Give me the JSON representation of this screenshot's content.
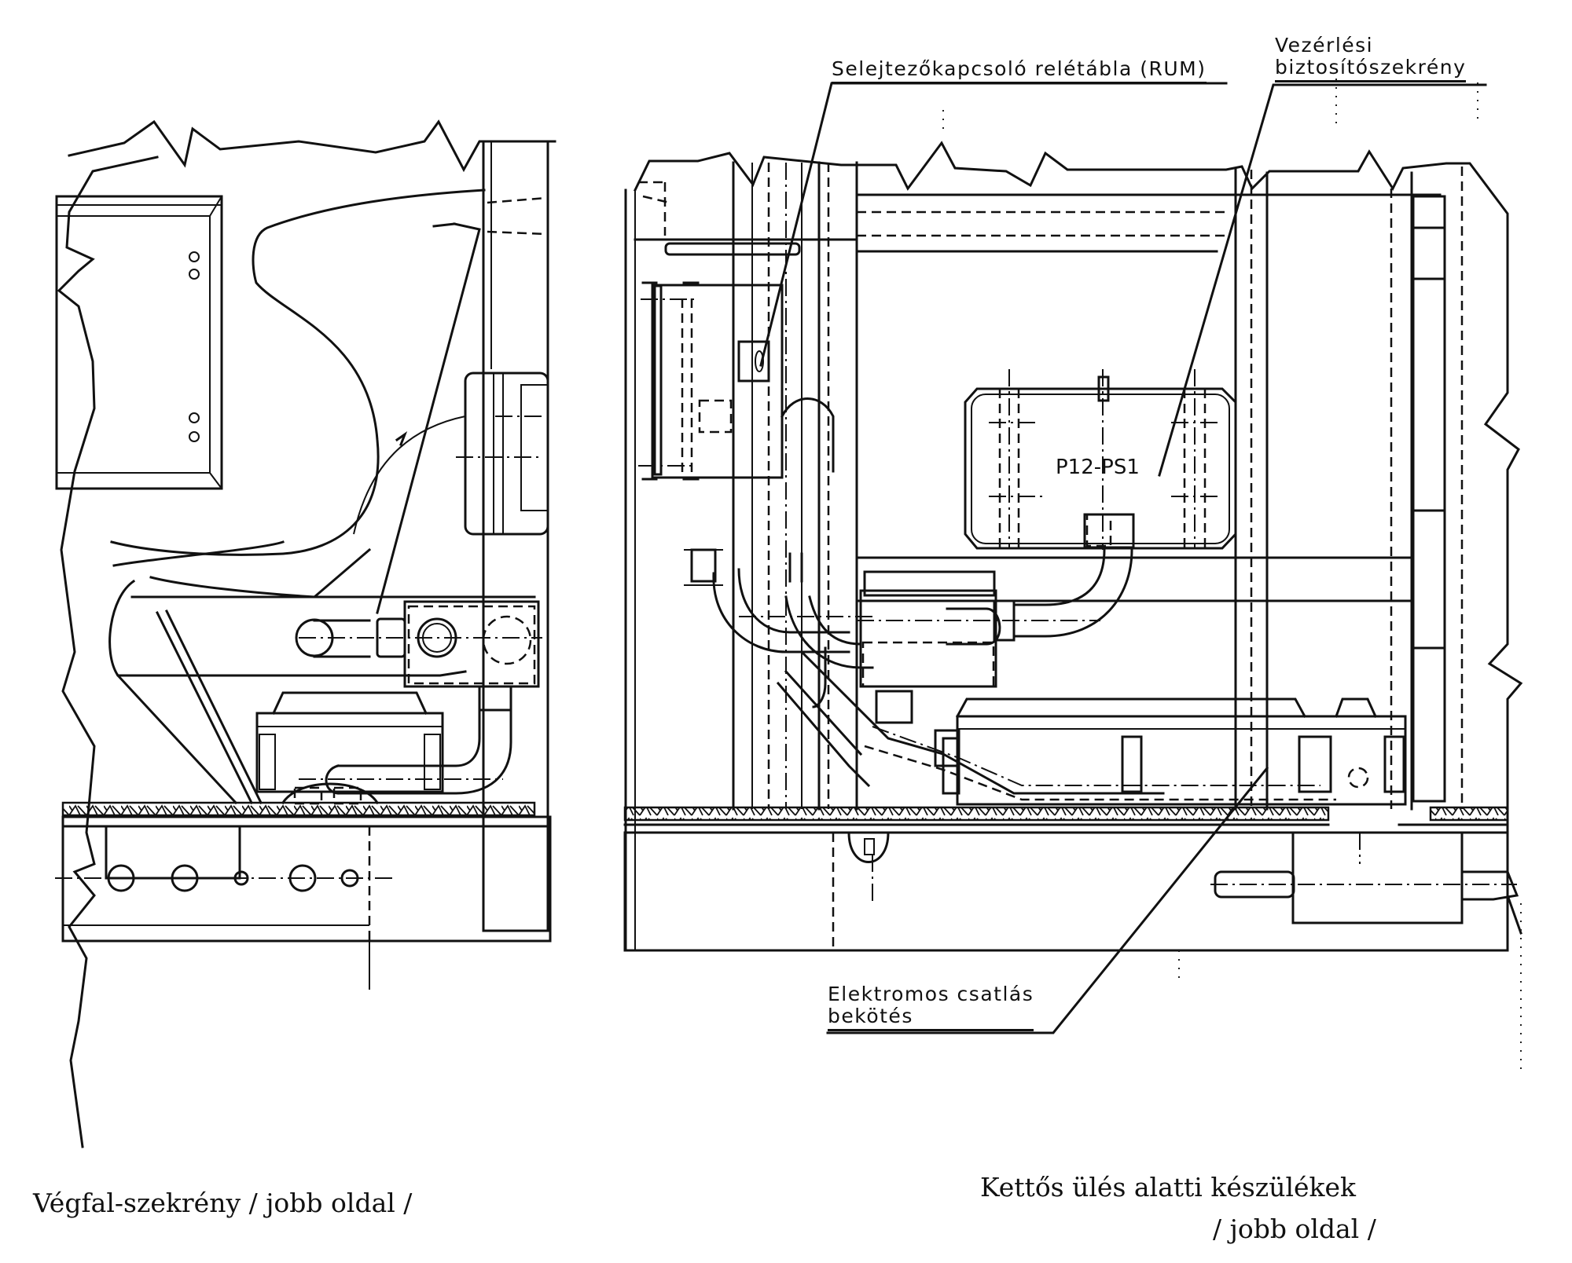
{
  "callouts": {
    "relay_panel": "Selejtezőkapcsoló relétábla (RUM)",
    "control_fuse_box_line1": "Vezérlési",
    "control_fuse_box_line2": "biztosítószekrény",
    "electrical_coupling_line1": "Elektromos csatlás",
    "electrical_coupling_line2": "bekötés"
  },
  "component_labels": {
    "fuse_box_id": "P12-PS1"
  },
  "captions": {
    "left_view": "Végfal-szekrény / jobb oldal /",
    "right_view_line1": "Kettős ülés alatti készülékek",
    "right_view_line2": "/ jobb oldal /"
  },
  "colors": {
    "ink": "#111111",
    "paper": "#ffffff"
  }
}
